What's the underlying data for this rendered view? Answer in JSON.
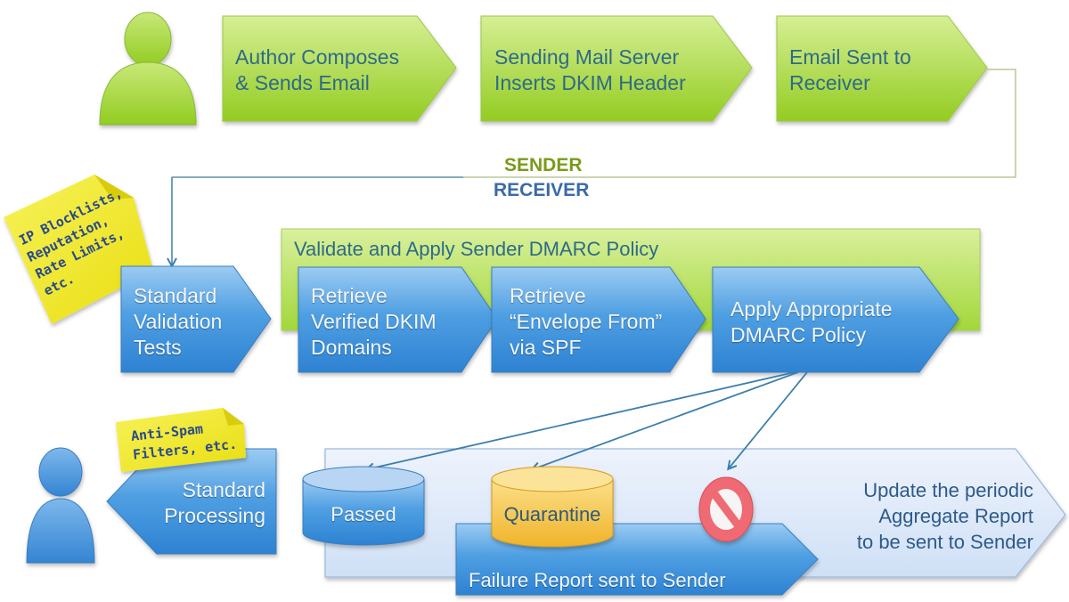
{
  "diagram": {
    "title": "DMARC email authentication flow",
    "divider": {
      "top_label": "SENDER",
      "bottom_label": "RECEIVER"
    },
    "sender_steps": [
      {
        "label": "Author Composes\n& Sends Email"
      },
      {
        "label": "Sending Mail Server\nInserts DKIM Header"
      },
      {
        "label": "Email Sent to\nReceiver"
      }
    ],
    "receiver": {
      "note_top": "IP Blocklists,\nReputation,\nRate Limits,\netc.",
      "standard_validation": "Standard\nValidation\nTests",
      "dmarc_group_title": "Validate and Apply Sender DMARC Policy",
      "dmarc_steps": [
        {
          "label": "Retrieve\nVerified DKIM\nDomains"
        },
        {
          "label": "Retrieve\n“Envelope From”\nvia SPF"
        },
        {
          "label": "Apply Appropriate\nDMARC Policy"
        }
      ],
      "note_bottom": "Anti-Spam\nFilters, etc.",
      "standard_processing": "Standard\nProcessing",
      "outcomes": [
        {
          "label": "Passed",
          "type": "database"
        },
        {
          "label": "Quarantine",
          "type": "database"
        },
        {
          "label": "Reject",
          "type": "prohibited-sign"
        }
      ],
      "failure_report": "Failure Report sent to Sender",
      "aggregate_report": "Update the periodic\nAggregate Report\nto be sent to Sender"
    },
    "colors": {
      "green": "#9ed33a",
      "green_light": "#d3ee8a",
      "blue": "#3b8fd8",
      "blue_light": "#8fc3f0",
      "pale_blue": "#dfeaf8",
      "yellow": "#f3ec2a",
      "quarantine": "#f3bc3a",
      "reject": "#ef6b72",
      "text_dark": "#2e6a8a",
      "sender_label": "#7a9a1a",
      "receiver_label": "#3a6aa8"
    }
  }
}
